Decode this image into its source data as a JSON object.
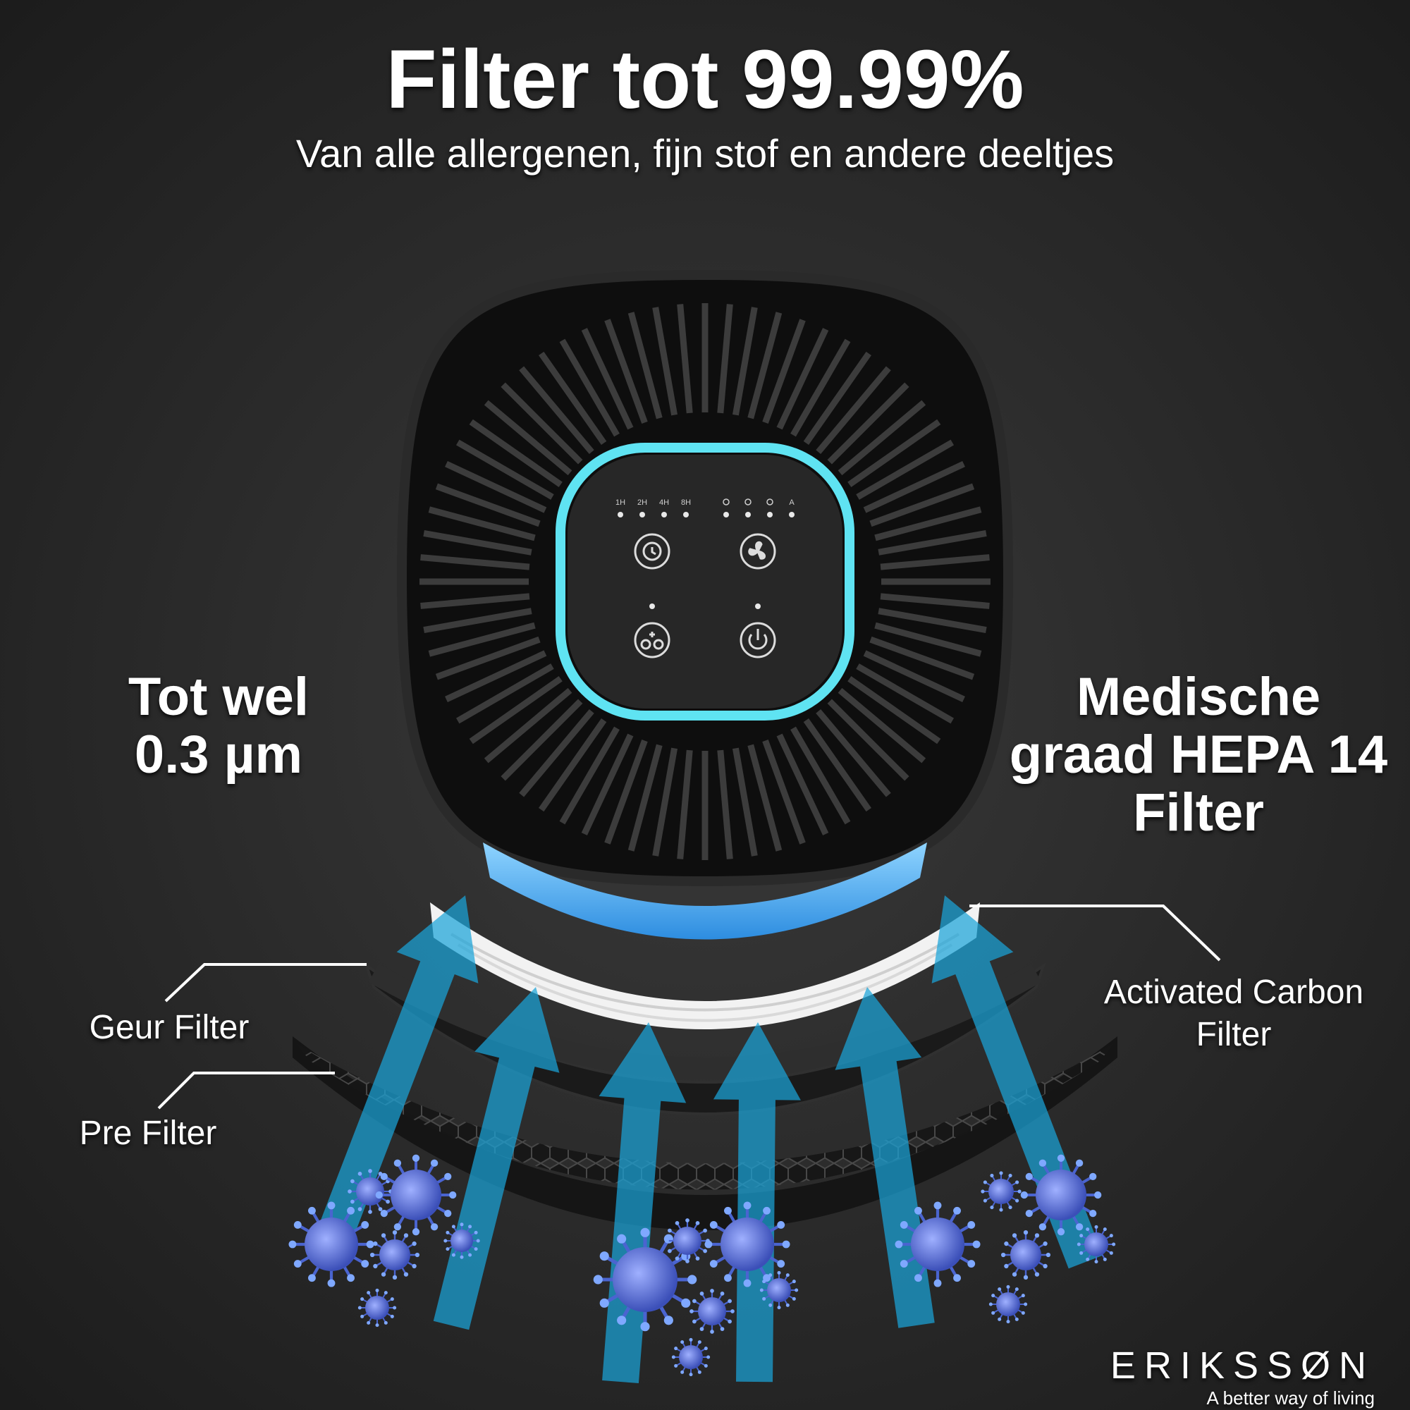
{
  "headline": "Filter tot 99.99%",
  "subheadline": "Van alle allergenen, fijn stof en andere deeltjes",
  "left_claim": {
    "line1": "Tot wel",
    "line2": "0.3 µm"
  },
  "right_claim": {
    "line1": "Medische",
    "line2": "graad HEPA 14",
    "line3": "Filter"
  },
  "labels": {
    "geur_filter": "Geur Filter",
    "pre_filter": "Pre Filter",
    "carbon_line1": "Activated Carbon",
    "carbon_line2": "Filter"
  },
  "control_panel": {
    "timer_options": [
      "1H",
      "2H",
      "4H",
      "8H"
    ],
    "fan_modes": [
      "sleep-moon-icon",
      "fan-low-icon",
      "fan-high-icon",
      "A"
    ],
    "buttons": [
      "timer-button",
      "fan-speed-button",
      "filter-reset-button",
      "power-button"
    ]
  },
  "brand": {
    "name": "ERIKSSØN",
    "tagline": "A better way of living"
  },
  "colors": {
    "background": "#262626",
    "ring_glow": "#5fe3f2",
    "airflow_arrow": "#1aa3d8",
    "hepa_layer": "#3c9ee8",
    "particles": "#5a73d8"
  }
}
